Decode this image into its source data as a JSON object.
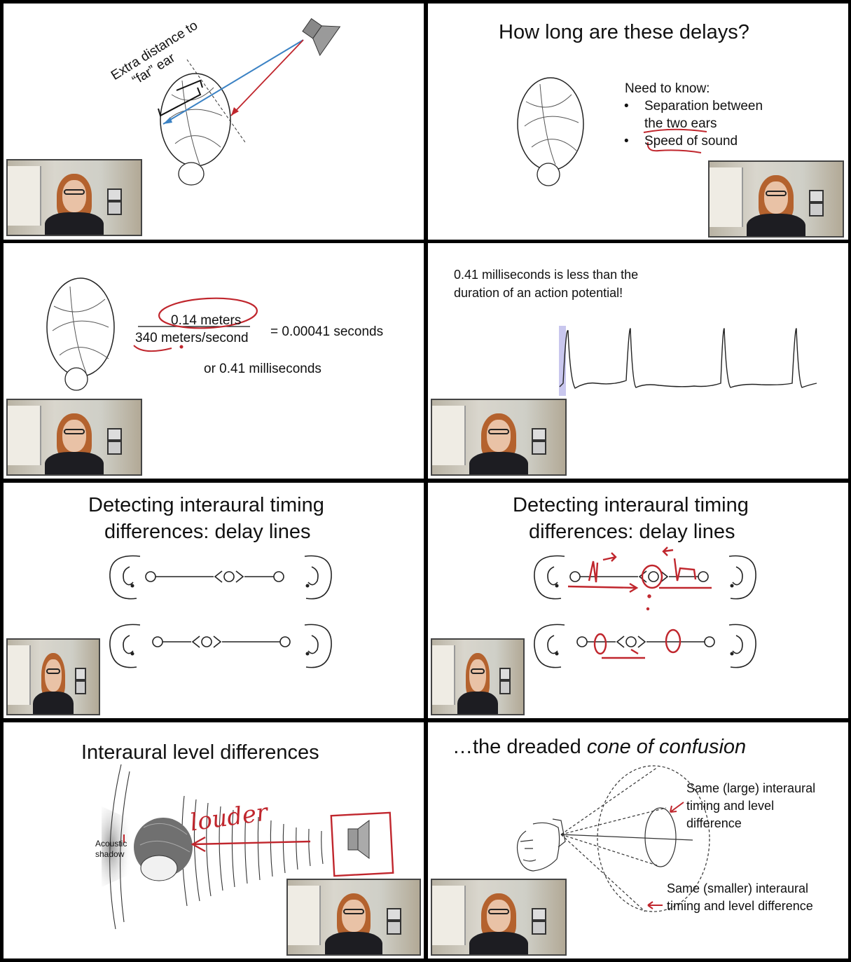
{
  "panels": {
    "p1": {
      "label_line1": "Extra distance to",
      "label_line2": "“far” ear"
    },
    "p2": {
      "title": "How long are these delays?",
      "need": "Need to know:",
      "bullet1_line1": "Separation between",
      "bullet1_line2": "the two ears",
      "bullet2": "Speed of sound",
      "bullet_char": "•"
    },
    "p3": {
      "numerator": "0.14 meters",
      "denominator": "340 meters/second",
      "result": "= 0.00041 seconds",
      "alt": "or 0.41 milliseconds"
    },
    "p4": {
      "line1": "0.41 milliseconds is less than the",
      "line2": "duration of an action potential!"
    },
    "p5": {
      "title_line1": "Detecting interaural timing",
      "title_line2": "differences:  delay lines"
    },
    "p6": {
      "title_line1": "Detecting interaural timing",
      "title_line2": "differences:  delay lines"
    },
    "p7": {
      "title": "Interaural level differences",
      "shadow_line1": "Acoustic",
      "shadow_line2": "shadow",
      "annotation": "louder"
    },
    "p8": {
      "title_prefix": "…the dreaded ",
      "title_italic": "cone of confusion",
      "top_line1": "Same (large) interaural",
      "top_line2": "timing and level",
      "top_line3": "difference",
      "bottom_line1": "Same (smaller) interaural",
      "bottom_line2": "timing and level difference"
    }
  },
  "colors": {
    "annotation_red": "#c0262d",
    "blue_ray": "#3b82c4",
    "shadow_blue": "#c9c7ee"
  },
  "icons": [
    "speaker-icon",
    "head-illustration",
    "ear-icon",
    "webcam-presenter"
  ]
}
